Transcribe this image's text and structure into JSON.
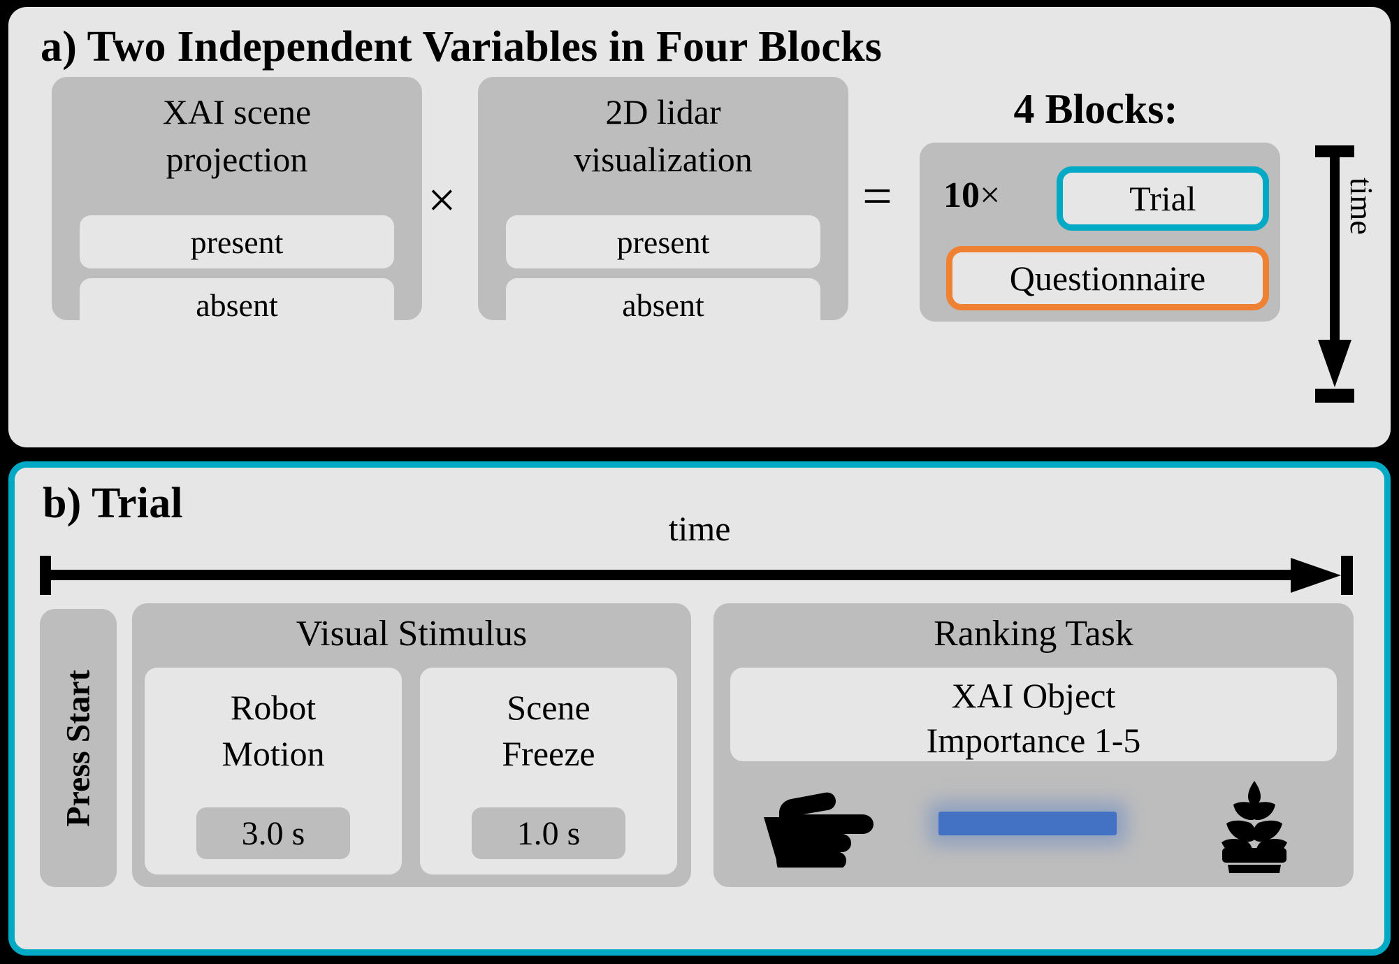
{
  "panel_a": {
    "title": "a) Two Independent Variables in Four Blocks",
    "iv_columns": [
      {
        "name": "XAI scene projection",
        "head_line1": "XAI scene",
        "head_line2": "projection",
        "levels": [
          "present",
          "absent"
        ]
      },
      {
        "name": "2D lidar visualization",
        "head_line1": "2D lidar",
        "head_line2": "visualization",
        "levels": [
          "present",
          "absent"
        ]
      }
    ],
    "operator_times": "×",
    "operator_equals": "=",
    "blocks": {
      "title": "4 Blocks:",
      "repeat_count": "10",
      "repeat_symbol": "×",
      "trial_label": "Trial",
      "questionnaire_label": "Questionnaire"
    },
    "time_axis": {
      "label": "time",
      "direction": "down"
    }
  },
  "panel_b": {
    "title": "b) Trial",
    "time_axis": {
      "label": "time",
      "direction": "right"
    },
    "press_start_label": "Press Start",
    "visual_stimulus": {
      "title": "Visual Stimulus",
      "stages": [
        {
          "line1": "Robot",
          "line2": "Motion",
          "duration": "3.0 s"
        },
        {
          "line1": "Scene",
          "line2": "Freeze",
          "duration": "1.0 s"
        }
      ]
    },
    "ranking_task": {
      "title": "Ranking Task",
      "line1": "XAI Object",
      "line2": "Importance 1-5",
      "icons": {
        "pointer": "hand-pointing-right-icon",
        "slider": "rank-slider-bar",
        "object": "potted-plant-icon"
      }
    }
  },
  "colors": {
    "background": "#000000",
    "panel": "#e6e6e6",
    "card_mid": "#bdbdbd",
    "accent_cyan": "#00aac4",
    "accent_orange": "#ef8132",
    "slider_blue": "#4372c4",
    "text": "#000000"
  }
}
